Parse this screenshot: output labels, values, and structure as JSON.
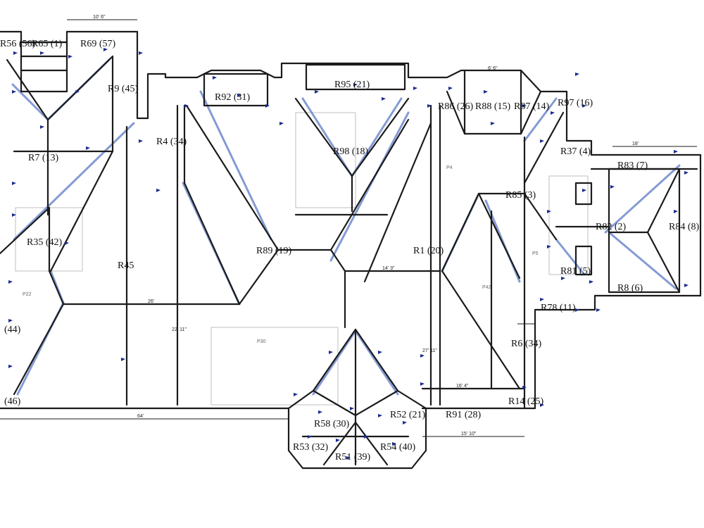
{
  "roof_labels": [
    {
      "id": "r56",
      "text": "R56 (56)"
    },
    {
      "id": "r65",
      "text": "R65 (1)"
    },
    {
      "id": "r69",
      "text": "R69 (57)"
    },
    {
      "id": "r9",
      "text": "R9 (45)"
    },
    {
      "id": "r92",
      "text": "R92 (31)"
    },
    {
      "id": "r4",
      "text": "R4 (34)"
    },
    {
      "id": "r95",
      "text": "R95 (21)"
    },
    {
      "id": "r86",
      "text": "R86 (26)"
    },
    {
      "id": "r88",
      "text": "R88 (15)"
    },
    {
      "id": "r87",
      "text": "R87 (14)"
    },
    {
      "id": "r97",
      "text": "R97 (16)"
    },
    {
      "id": "r7",
      "text": "R7 (13)"
    },
    {
      "id": "r98",
      "text": "R98 (18)"
    },
    {
      "id": "r37",
      "text": "R37 (4)"
    },
    {
      "id": "r83",
      "text": "R83 (7)"
    },
    {
      "id": "r85",
      "text": "R85 (3)"
    },
    {
      "id": "r82",
      "text": "R82 (2)"
    },
    {
      "id": "r84",
      "text": "R84 (8)"
    },
    {
      "id": "r35",
      "text": "R35 (42)"
    },
    {
      "id": "r89",
      "text": "R89 (19)"
    },
    {
      "id": "r1",
      "text": "R1 (20)"
    },
    {
      "id": "r45",
      "text": "R45"
    },
    {
      "id": "r81",
      "text": "R81 (5)"
    },
    {
      "id": "r8",
      "text": "R8 (6)"
    },
    {
      "id": "r78",
      "text": "R78 (11)"
    },
    {
      "id": "r44",
      "text": "(44)"
    },
    {
      "id": "r6",
      "text": "R6 (34)"
    },
    {
      "id": "r46",
      "text": "(46)"
    },
    {
      "id": "r14",
      "text": "R14 (25)"
    },
    {
      "id": "r52",
      "text": "R52 (21)"
    },
    {
      "id": "r91",
      "text": "R91 (28)"
    },
    {
      "id": "r58",
      "text": "R58 (30)"
    },
    {
      "id": "r53",
      "text": "R53 (32)"
    },
    {
      "id": "r51",
      "text": "R51 (39)"
    },
    {
      "id": "r54",
      "text": "R54 (40)"
    }
  ],
  "dimensions": [
    {
      "id": "d-top",
      "text": "10' 6\""
    },
    {
      "id": "d-mid",
      "text": "26'"
    },
    {
      "id": "d-14",
      "text": "14' 3\""
    },
    {
      "id": "d-bottom",
      "text": "64'"
    },
    {
      "id": "d-16",
      "text": "16' 4\""
    },
    {
      "id": "d-15",
      "text": "15' 10\""
    },
    {
      "id": "d-18",
      "text": "18'"
    },
    {
      "id": "d-6a",
      "text": "6' 6\""
    },
    {
      "id": "d-27",
      "text": "27' 11\""
    },
    {
      "id": "d-22",
      "text": "22' 11\""
    }
  ],
  "facets": [
    {
      "id": "f-p30",
      "text": "P30"
    },
    {
      "id": "f-p42",
      "text": "P42"
    },
    {
      "id": "f-p4",
      "text": "P4"
    },
    {
      "id": "f-p5",
      "text": "P5"
    },
    {
      "id": "f-p22",
      "text": "P22"
    }
  ]
}
